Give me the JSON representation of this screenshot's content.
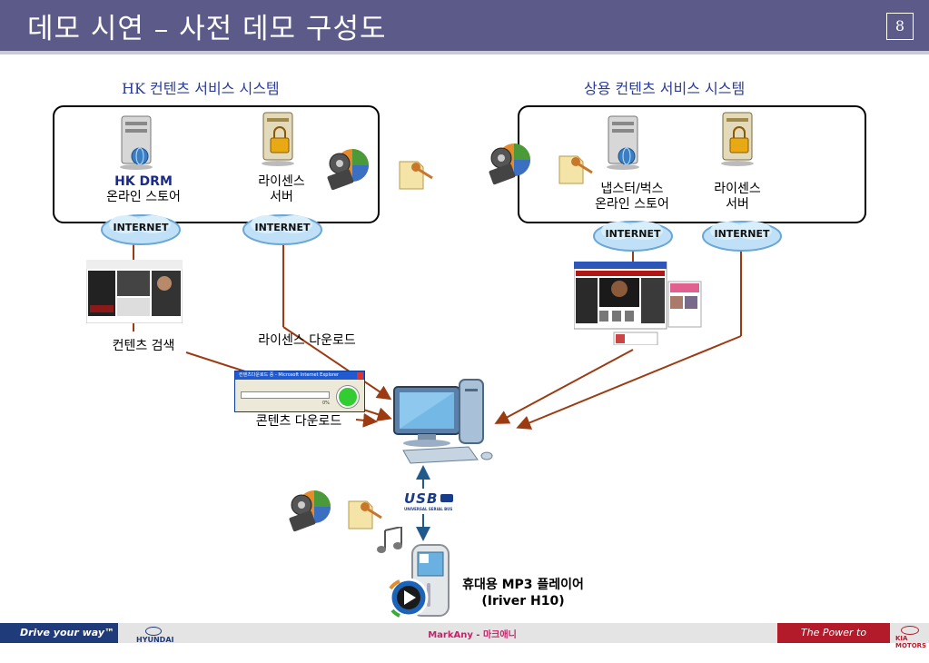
{
  "header": {
    "title": "데모 시연 – 사전 데모 구성도",
    "page_number": "8"
  },
  "hk_system": {
    "title": "HK 컨텐츠 서비스 시스템",
    "store_line1": "HK DRM",
    "store_line2": "온라인 스토어",
    "license_line1": "라이센스",
    "license_line2": "서버"
  },
  "commercial_system": {
    "title": "상용 컨텐츠 서비스 시스템",
    "store_line1": "냅스터/벅스",
    "store_line2": "온라인 스토어",
    "license_line1": "라이센스",
    "license_line2": "서버"
  },
  "cloud_label": "INTERNET",
  "flows": {
    "content_search": "컨텐츠 검색",
    "license_download": "라이센스 다운로드",
    "content_download": "콘텐츠 다운로드"
  },
  "download_window": {
    "title": "컨텐츠다운로드 중 - Microsoft Internet Explorer",
    "percent": "0%"
  },
  "usb": {
    "label": "USB",
    "sub": "UNIVERSAL SERIAL BUS"
  },
  "player": {
    "line1": "휴대용 MP3 플레이어",
    "line2": "(Iriver H10)"
  },
  "footer": {
    "left": "Drive your way™",
    "hyundai": "HYUNDAI",
    "center": "MarkAny - 마크애니",
    "right": "The Power to Surprise™",
    "kia": "KIA MOTORS"
  }
}
